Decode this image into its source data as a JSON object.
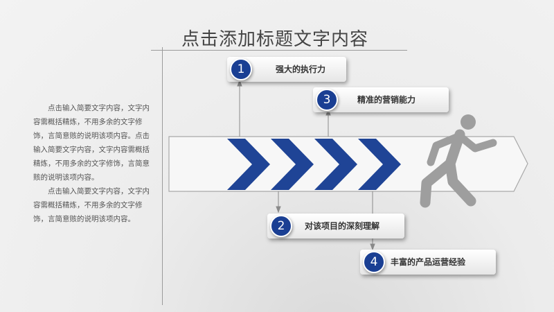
{
  "slide": {
    "title": "点击添加标题文字内容",
    "body_paragraphs": [
      "点击输入简要文字内容，文字内容需概括精炼，不用多余的文字修饰，言简意赅的说明该项内容。点击输入简要文字内容，文字内容需概括精炼，不用多余的文字修饰，言简意赅的说明该项内容。",
      "点击输入简要文字内容，文字内容需概括精炼，不用多余的文字修饰，言简意赅的说明该项内容。"
    ]
  },
  "steps": [
    {
      "number": "1",
      "label": "强大的执行力"
    },
    {
      "number": "2",
      "label": "对该项目的深刻理解"
    },
    {
      "number": "3",
      "label": "精准的营销能力"
    },
    {
      "number": "4",
      "label": "丰富的产品运营经验"
    }
  ],
  "colors": {
    "accent": "#1a3f93",
    "text": "#444444",
    "figure": "#9e9e9e"
  },
  "icons": {
    "runner": "running-person-icon"
  }
}
